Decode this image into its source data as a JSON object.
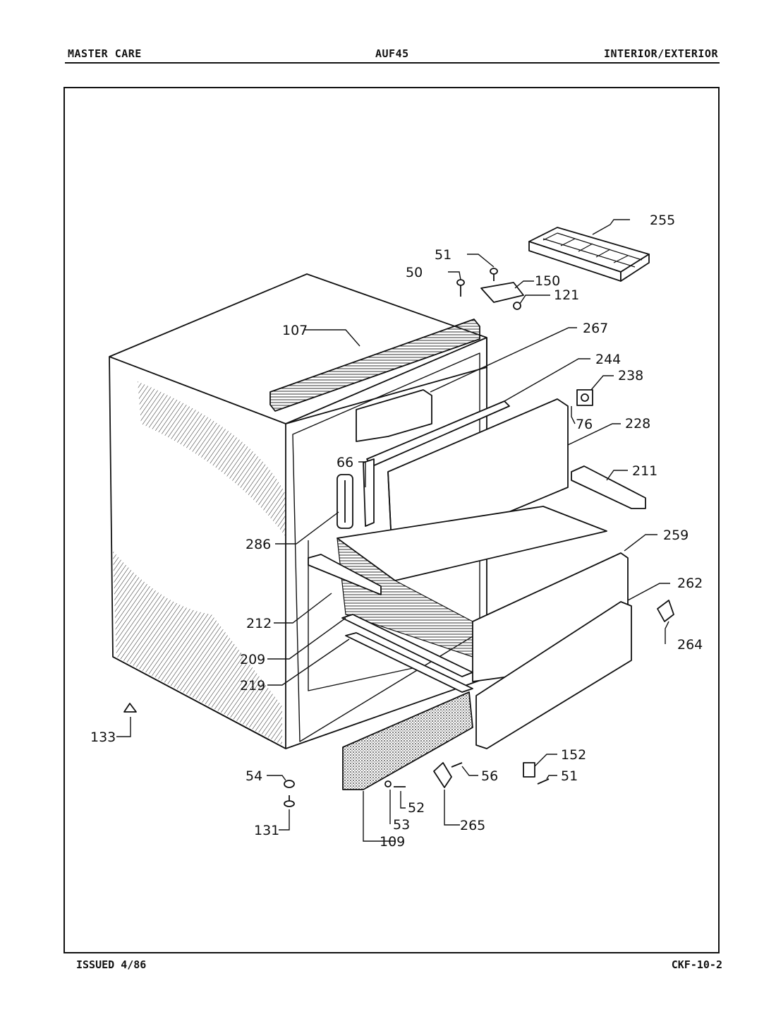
{
  "header": {
    "left": "MASTER CARE",
    "center": "AUF45",
    "right": "INTERIOR/EXTERIOR"
  },
  "footer": {
    "left": "ISSUED 4/86",
    "right": "CKF-10-2"
  },
  "callouts": {
    "c255": "255",
    "c51a": "51",
    "c50": "50",
    "c150": "150",
    "c121": "121",
    "c107": "107",
    "c267": "267",
    "c244": "244",
    "c238": "238",
    "c76": "76",
    "c228": "228",
    "c66": "66",
    "c211": "211",
    "c286": "286",
    "c259": "259",
    "c262": "262",
    "c212": "212",
    "c264": "264",
    "c209": "209",
    "c219": "219",
    "c133": "133",
    "c152": "152",
    "c54": "54",
    "c56": "56",
    "c51b": "51",
    "c52": "52",
    "c131": "131",
    "c53": "53",
    "c265": "265",
    "c109": "109"
  }
}
